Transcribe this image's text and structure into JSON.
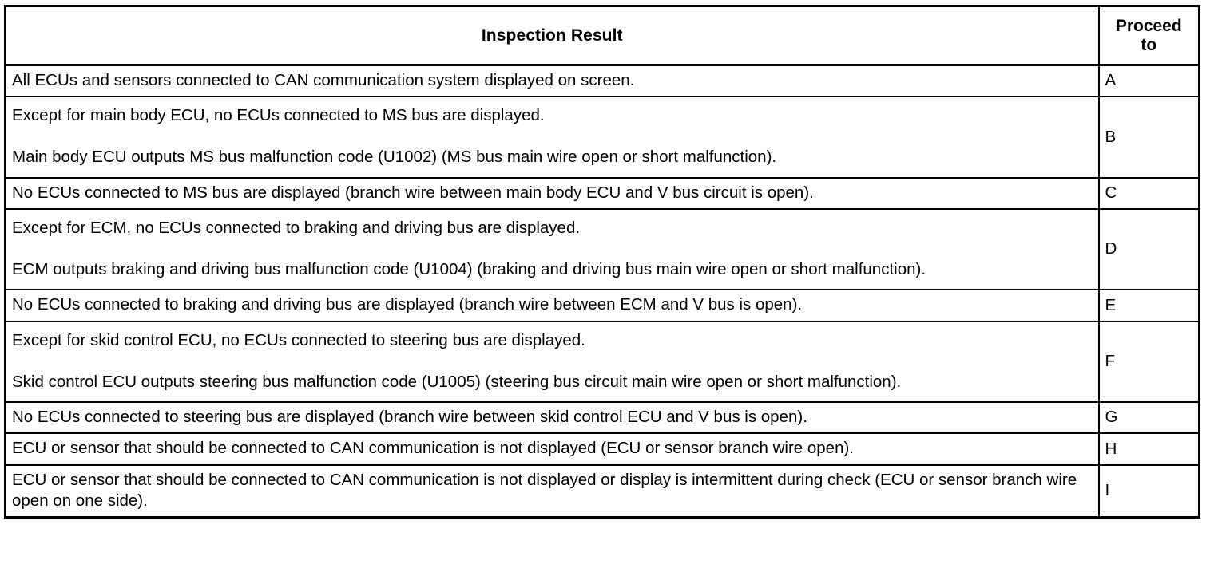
{
  "table": {
    "headers": {
      "result": "Inspection Result",
      "proceed_line1": "Proceed",
      "proceed_line2": "to"
    },
    "rows": [
      {
        "paragraphs": [
          "All ECUs and sensors connected to CAN communication system displayed on screen."
        ],
        "proceed": "A"
      },
      {
        "paragraphs": [
          "Except for main body ECU, no ECUs connected to MS bus are displayed.",
          "Main body ECU outputs MS bus malfunction code (U1002) (MS bus main wire open or short malfunction)."
        ],
        "proceed": "B"
      },
      {
        "paragraphs": [
          "No ECUs connected to MS bus are displayed (branch wire between main body ECU and V bus circuit is open)."
        ],
        "proceed": "C"
      },
      {
        "paragraphs": [
          "Except for ECM, no ECUs connected to braking and driving bus are displayed.",
          "ECM outputs braking and driving bus malfunction code (U1004) (braking and driving bus main wire open or short malfunction)."
        ],
        "proceed": "D"
      },
      {
        "paragraphs": [
          "No ECUs connected to braking and driving bus are displayed (branch wire between ECM and V bus is open)."
        ],
        "proceed": "E"
      },
      {
        "paragraphs": [
          "Except for skid control ECU, no ECUs connected to steering bus are displayed.",
          "Skid control ECU outputs steering bus malfunction code (U1005) (steering bus circuit main wire open or short malfunction)."
        ],
        "proceed": "F"
      },
      {
        "paragraphs": [
          "No ECUs connected to steering bus are displayed (branch wire between skid control ECU and V bus is open)."
        ],
        "proceed": "G"
      },
      {
        "paragraphs": [
          "ECU or sensor that should be connected to CAN communication is not displayed (ECU or sensor branch wire open)."
        ],
        "proceed": "H"
      },
      {
        "paragraphs": [
          "ECU or sensor that should be connected to CAN communication is not displayed or display is intermittent during check (ECU or sensor branch wire open on one side)."
        ],
        "proceed": "I"
      }
    ]
  },
  "colors": {
    "border": "#000000",
    "text": "#000000",
    "background": "#ffffff"
  }
}
